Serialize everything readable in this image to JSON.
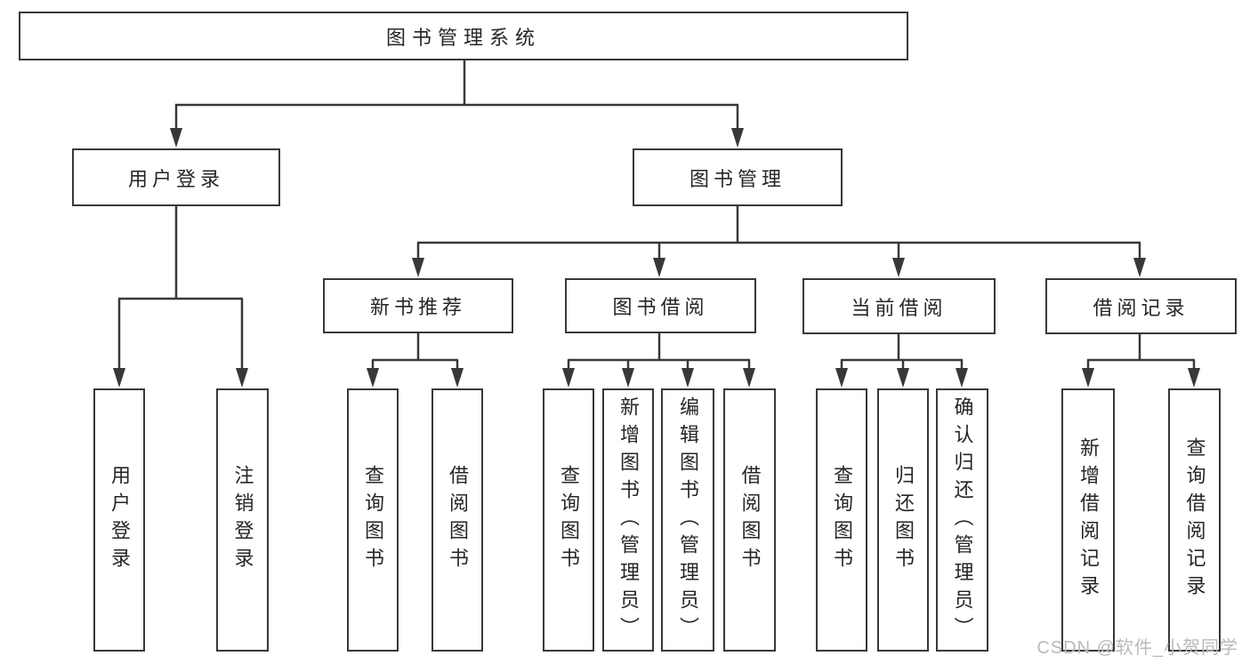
{
  "colors": {
    "line": "#383838",
    "text": "#262626",
    "background": "#ffffff",
    "watermark": "#b9b9b9"
  },
  "watermark": {
    "text": "CSDN @软件_小贺同学"
  },
  "tree": {
    "label": "图书管理系统",
    "children": [
      {
        "label": "用户登录",
        "children": [
          {
            "label": "用户登录"
          },
          {
            "label": "注销登录"
          }
        ]
      },
      {
        "label": "图书管理",
        "children": [
          {
            "label": "新书推荐",
            "children": [
              {
                "label": "查询图书"
              },
              {
                "label": "借阅图书"
              }
            ]
          },
          {
            "label": "图书借阅",
            "children": [
              {
                "label": "查询图书"
              },
              {
                "label": "新增图书（管理员）"
              },
              {
                "label": "编辑图书（管理员）"
              },
              {
                "label": "借阅图书"
              }
            ]
          },
          {
            "label": "当前借阅",
            "children": [
              {
                "label": "查询图书"
              },
              {
                "label": "归还图书"
              },
              {
                "label": "确认归还（管理员）"
              }
            ]
          },
          {
            "label": "借阅记录",
            "children": [
              {
                "label": "新增借阅记录"
              },
              {
                "label": "查询借阅记录"
              }
            ]
          }
        ]
      }
    ]
  }
}
